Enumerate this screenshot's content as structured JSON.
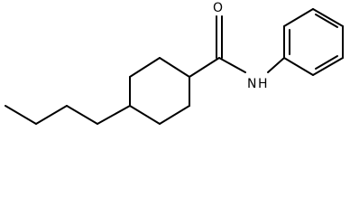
{
  "molecule": {
    "atoms": {
      "oxygen": "O",
      "nitrogen": "N",
      "hydrogen": "H"
    },
    "colors": {
      "bond": "#000000",
      "label": "#000000",
      "background": "#ffffff"
    }
  }
}
